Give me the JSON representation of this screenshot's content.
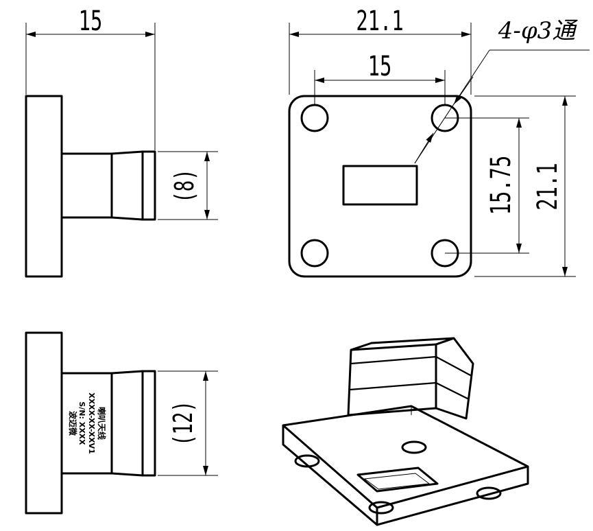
{
  "dimensions": {
    "side_length": "15",
    "top_width": "21.1",
    "hole_spacing": "15",
    "hole_note": "4-φ3通",
    "hole_pitch_vertical": "15.75",
    "overall_height": "21.1",
    "neck_small": "(8)",
    "neck_large": "(12)"
  },
  "label": {
    "line1": "喇叭天线",
    "line2": "XXXX-XX-XXV1",
    "line3": "S/N: XXXX",
    "line4": "波迈微"
  }
}
